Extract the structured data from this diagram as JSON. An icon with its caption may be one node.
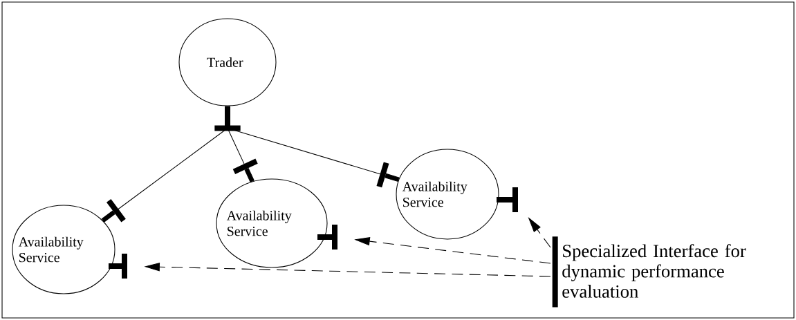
{
  "diagram": {
    "nodes": [
      {
        "text": [
          "Trader"
        ]
      },
      {
        "text": [
          "Availability Service"
        ]
      },
      {
        "text": [
          "Availability Service"
        ]
      },
      {
        "text": [
          "Availability Service"
        ]
      },
      {
        "text": [
          "Specialized Interface for dynamic performance evaluation"
        ]
      },
      {
        "text": [],
        "shape": "bar"
      },
      {
        "text": [],
        "shape": "bar"
      },
      {
        "text": [],
        "shape": "bar"
      }
    ],
    "edges": [
      {
        "from": 0,
        "to": 1,
        "arrow": "other"
      },
      {
        "from": 0,
        "to": 2,
        "arrow": "other"
      },
      {
        "from": 0,
        "to": 3,
        "arrow": "other"
      },
      {
        "from": 4,
        "to": 5,
        "arrow": "to",
        "style": "dashed"
      },
      {
        "from": 4,
        "to": 6,
        "arrow": "to",
        "style": "dashed"
      },
      {
        "from": 4,
        "to": 7,
        "arrow": "to",
        "style": "dashed"
      }
    ]
  }
}
